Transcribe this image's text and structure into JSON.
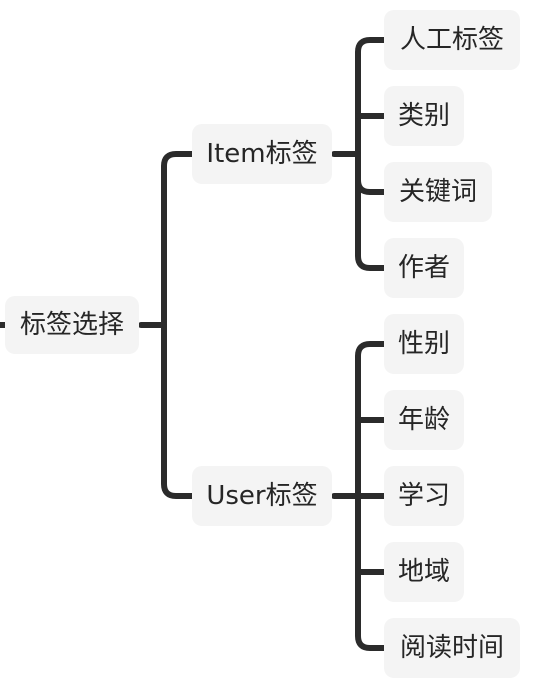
{
  "mindmap": {
    "root": {
      "label": "标签选择"
    },
    "branches": [
      {
        "label": "Item标签",
        "children": [
          "人工标签",
          "类别",
          "关键词",
          "作者"
        ]
      },
      {
        "label": "User标签",
        "children": [
          "性别",
          "年龄",
          "学习",
          "地域",
          "阅读时间"
        ]
      }
    ]
  },
  "colors": {
    "connector": "#2b2b2b",
    "node_background": "#f4f4f4",
    "text": "#262626"
  }
}
